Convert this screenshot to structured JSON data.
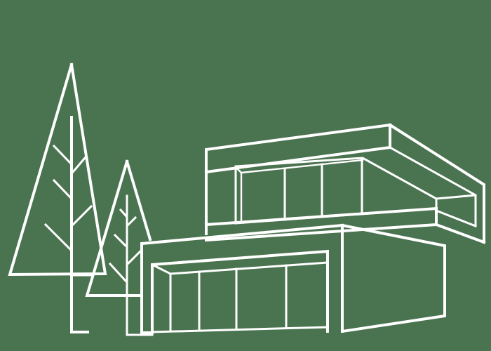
{
  "illustration": {
    "description": "White line-art illustration of a modern two-story house with a cantilevered upper volume and large glazing, beside two stylized pine trees",
    "background_color": "#4a7350",
    "line_color": "#ffffff",
    "elements": [
      "tall-pine-tree",
      "small-pine-tree",
      "house-upper-volume",
      "house-lower-volume",
      "upper-window-band",
      "lower-window-band"
    ]
  }
}
